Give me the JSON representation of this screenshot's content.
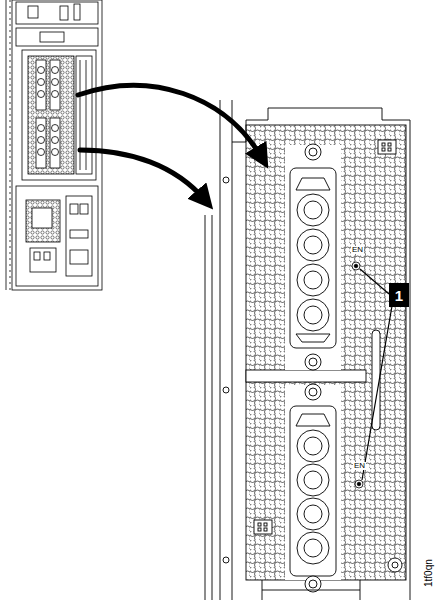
{
  "diagram": {
    "nodes": [
      {
        "text": [
          "1"
        ]
      }
    ],
    "edges": [],
    "labels": [
      "EN",
      "EN",
      "1tf0qn"
    ]
  }
}
